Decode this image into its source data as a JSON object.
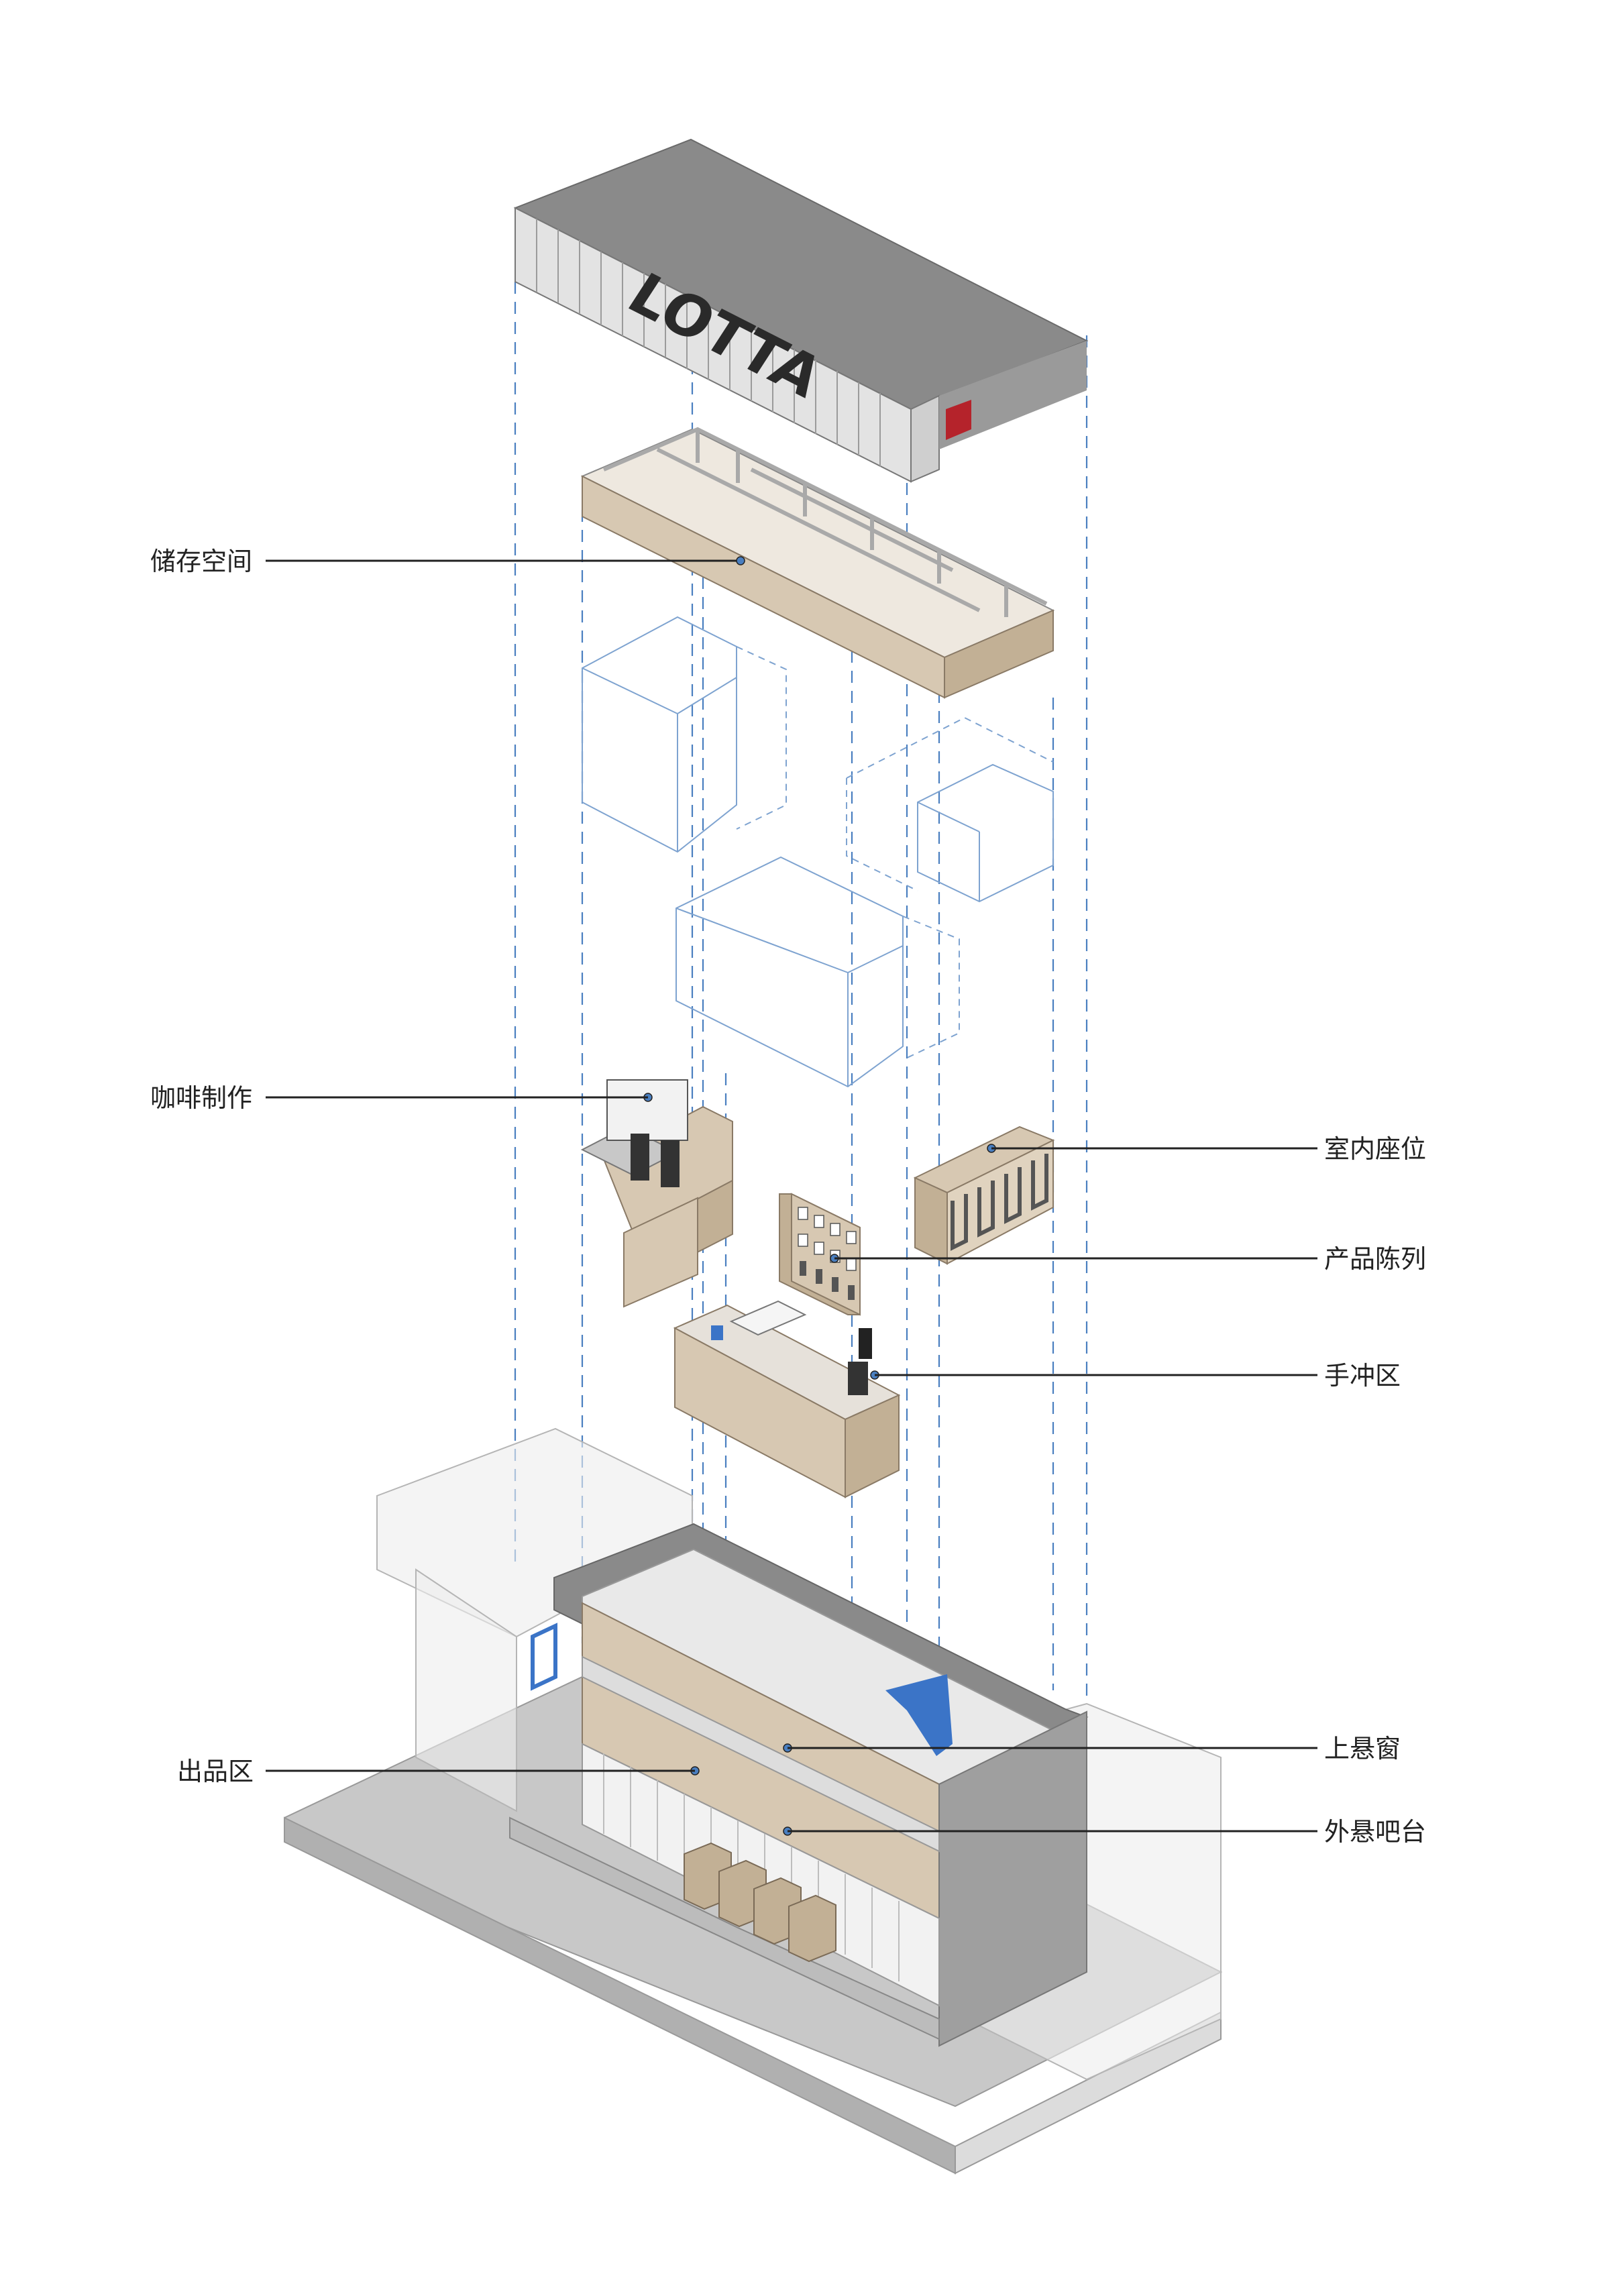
{
  "sign": {
    "brand": "LOTTA"
  },
  "labels": {
    "storage": "储存空间",
    "coffee_making": "咖啡制作",
    "indoor_seating": "室内座位",
    "product_display": "产品陈列",
    "pour_over": "手冲区",
    "pickup": "出品区",
    "top_hung_window": "上悬窗",
    "hanging_bar": "外悬吧台"
  },
  "colors": {
    "guide_line": "#4a7fc0",
    "leader_line": "#222222",
    "wood": "#d7c8b2",
    "wood_dark": "#c2b095",
    "concrete_top": "#8a8a8a",
    "concrete_light": "#c8c8c8",
    "sign_panel": "#e3e3e3",
    "accent_red": "#b5232b",
    "accent_blue": "#3b74c7"
  }
}
